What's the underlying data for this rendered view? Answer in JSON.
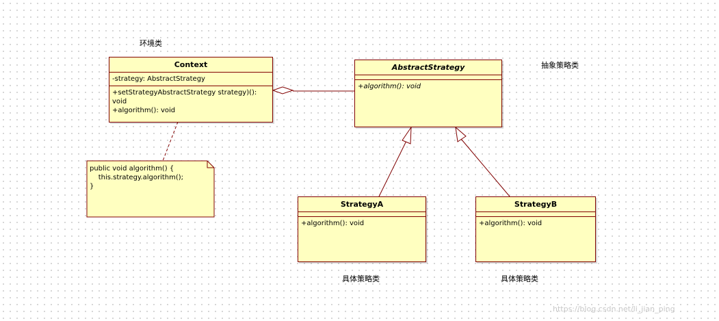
{
  "labels": {
    "context_stereo": "环境类",
    "abstract_stereo": "抽象策略类",
    "concrete_a": "具体策略类",
    "concrete_b": "具体策略类"
  },
  "context": {
    "name": "Context",
    "attribute": "-strategy: AbstractStrategy",
    "op1": "+setStrategyAbstractStrategy strategy)(): void",
    "op2": "+algorithm(): void"
  },
  "abstract_strategy": {
    "name": "AbstractStrategy",
    "op1": "+algorithm(): void"
  },
  "strategy_a": {
    "name": "StrategyA",
    "op1": "+algorithm(): void"
  },
  "strategy_b": {
    "name": "StrategyB",
    "op1": "+algorithm(): void"
  },
  "note": {
    "text": "public void algorithm() {\n    this.strategy.algorithm();\n}"
  },
  "watermark": "https://blog.csdn.net/li_jian_ping",
  "colors": {
    "class_fill": "#ffffc0",
    "border": "#800000"
  }
}
